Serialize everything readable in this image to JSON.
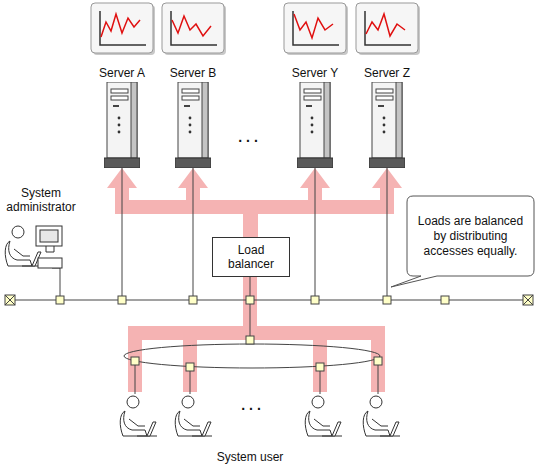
{
  "diagram": {
    "nodes": [
      {
        "text": [
          "Server A"
        ]
      },
      {
        "text": [
          "Server B"
        ]
      },
      {
        "text": [
          "Server Y"
        ]
      },
      {
        "text": [
          "Server Z"
        ]
      },
      {
        "text": [
          "Load balancer"
        ]
      },
      {
        "text": [
          "Loads are balanced by distributing accesses equally."
        ]
      }
    ],
    "edges": [
      {
        "from": 4,
        "to": 0,
        "arrow": "to"
      },
      {
        "from": 4,
        "to": 1,
        "arrow": "to"
      },
      {
        "from": 4,
        "to": 2,
        "arrow": "to"
      },
      {
        "from": 4,
        "to": 3,
        "arrow": "to"
      }
    ],
    "labels": [
      "System administrator",
      "...",
      "...",
      "System user"
    ]
  }
}
